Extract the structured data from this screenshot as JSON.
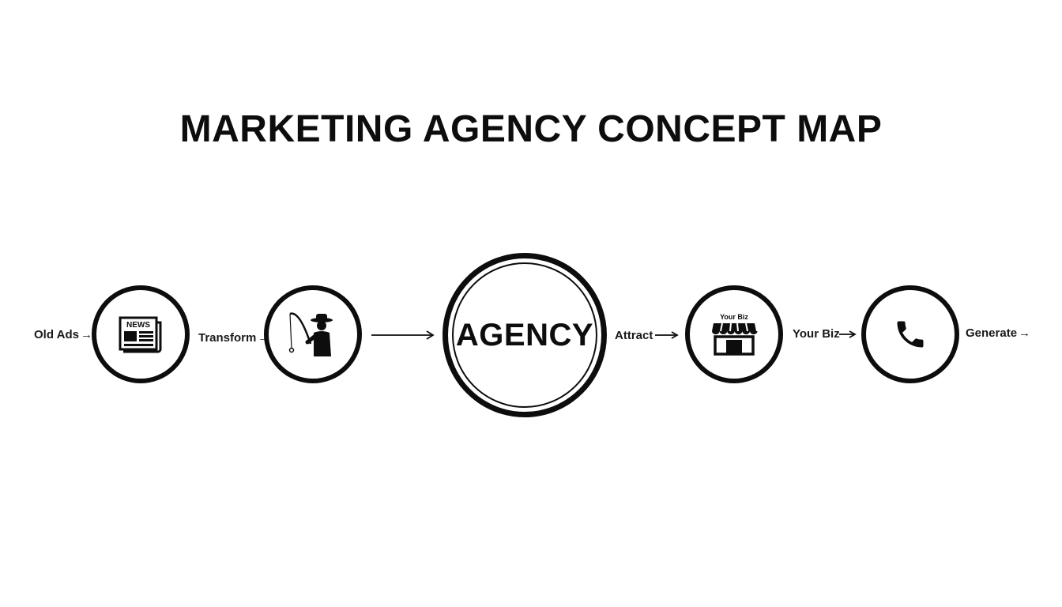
{
  "title": "MARKETING AGENCY CONCEPT MAP",
  "center": {
    "label": "AGENCY"
  },
  "nodes": [
    {
      "id": "old-ads",
      "icon": "newspaper-icon",
      "icon_text": "NEWS"
    },
    {
      "id": "transform",
      "icon": "fisherman-icon"
    },
    {
      "id": "your-biz",
      "icon": "storefront-icon",
      "icon_text": "Your Biz"
    },
    {
      "id": "generate",
      "icon": "phone-icon"
    }
  ],
  "edges": [
    {
      "label": "Old Ads",
      "arrow": "→"
    },
    {
      "label": "Transform",
      "arrow": "→"
    },
    {
      "label": "Attract",
      "arrow": "→"
    },
    {
      "label": "Your Biz",
      "arrow": "→"
    },
    {
      "label": "Generate",
      "arrow": "→"
    }
  ],
  "colors": {
    "ink": "#0d0d0d",
    "background": "#ffffff"
  }
}
